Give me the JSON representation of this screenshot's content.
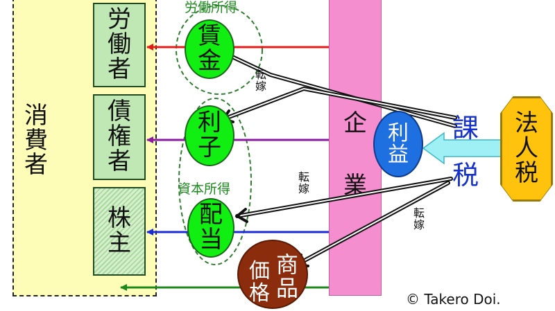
{
  "consumer": {
    "label": "消費者"
  },
  "recipients": {
    "worker": "労働者",
    "creditor": "債権者",
    "shareholder": "株主"
  },
  "income_groups": {
    "labor_income": "労働所得",
    "capital_income": "資本所得"
  },
  "flows": {
    "wage": "賃金",
    "interest": "利子",
    "dividend": "配当",
    "goods_price": "商品価格"
  },
  "company": {
    "label": "企業"
  },
  "profit": {
    "label": "利益"
  },
  "tax": {
    "char1": "課",
    "char2": "税"
  },
  "corporate_tax": {
    "label": "法人税"
  },
  "shifting_label": "転嫁",
  "copyright": "© Takero Doi.",
  "colors": {
    "wage_arrow": "#e21b1b",
    "interest_arrow": "#8a1aa0",
    "dividend_arrow": "#1a2ad8",
    "consumer_arrow": "#1a8a1a",
    "company": "#f58ecf",
    "profit_circle": "#1e6fe0",
    "goods_circle": "#8b2c0c",
    "corporate_tax": "#ffc20d",
    "tax_text": "#1532cc"
  }
}
